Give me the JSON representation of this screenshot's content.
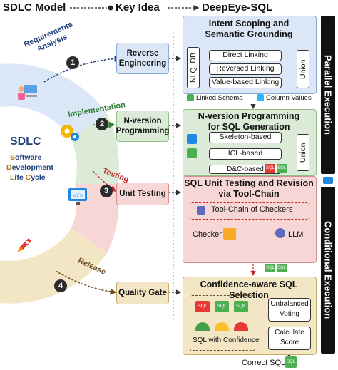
{
  "header": {
    "sdlc_model": "SDLC Model",
    "key_idea": "Key Idea",
    "deepeye_sql": "DeepEye-SQL"
  },
  "wheel": {
    "title": "SDLC",
    "line1_initial": "S",
    "line1_rest": "oftware",
    "line2_initial": "D",
    "line2_rest": "evelopment",
    "line3_initial": "L",
    "line3_rest": "ife ",
    "line3_initial2": "C",
    "line3_rest2": "ycle"
  },
  "phases": [
    {
      "label_line1": "Requirements",
      "label_line2": "Analysis",
      "number": "1",
      "color": "#1f3f7a"
    },
    {
      "label_line1": "Implementation",
      "number": "2",
      "color": "#2e7d32"
    },
    {
      "label_line1": "Testing",
      "number": "3",
      "color": "#c62828"
    },
    {
      "label_line1": "Release",
      "number": "4",
      "color": "#6d4c1f"
    }
  ],
  "ideas": {
    "reverse_engineering": "Reverse Engineering",
    "n_version_programming": "N-version Programming",
    "unit_testing": "Unit Testing",
    "quality_gate": "Quality Gate"
  },
  "panel1": {
    "title_line1": "Intent Scoping and",
    "title_line2": "Semantic Grounding",
    "vertical_label": "NLQ, DB",
    "items": [
      "Direct Linking",
      "Reversed Linking",
      "Value-based Linking"
    ],
    "union": "Union",
    "legend_linked": "Linked Schema",
    "legend_values": "Column Values"
  },
  "panel2": {
    "title_line1": "N-version Programming",
    "title_line2": "for SQL Generation",
    "items": [
      "Skeleton-based",
      "ICL-based",
      "D&C-based"
    ],
    "union": "Union"
  },
  "panel3": {
    "title_line1": "SQL Unit Testing and Revision",
    "title_line2": "via Tool-Chain",
    "toolchain": "Tool-Chain of Checkers",
    "checker": "Checker",
    "llm": "LLM"
  },
  "panel4": {
    "title": "Confidence-aware SQL Selection",
    "sql_badge": "SQL",
    "unbalanced_voting_line1": "Unbalanced",
    "unbalanced_voting_line2": "Voting",
    "calculate_score_line1": "Calculate",
    "calculate_score_line2": "Score",
    "sql_with_confidence": "SQL with Confidence"
  },
  "output": "Correct SQL",
  "sidebars": {
    "parallel": "Parallel Execution",
    "conditional": "Conditional Execution"
  },
  "colors": {
    "blue_panel": "#dbe7f7",
    "green_panel": "#dcebd7",
    "red_panel": "#f7d6d6",
    "gold_panel": "#f2e6c4"
  }
}
